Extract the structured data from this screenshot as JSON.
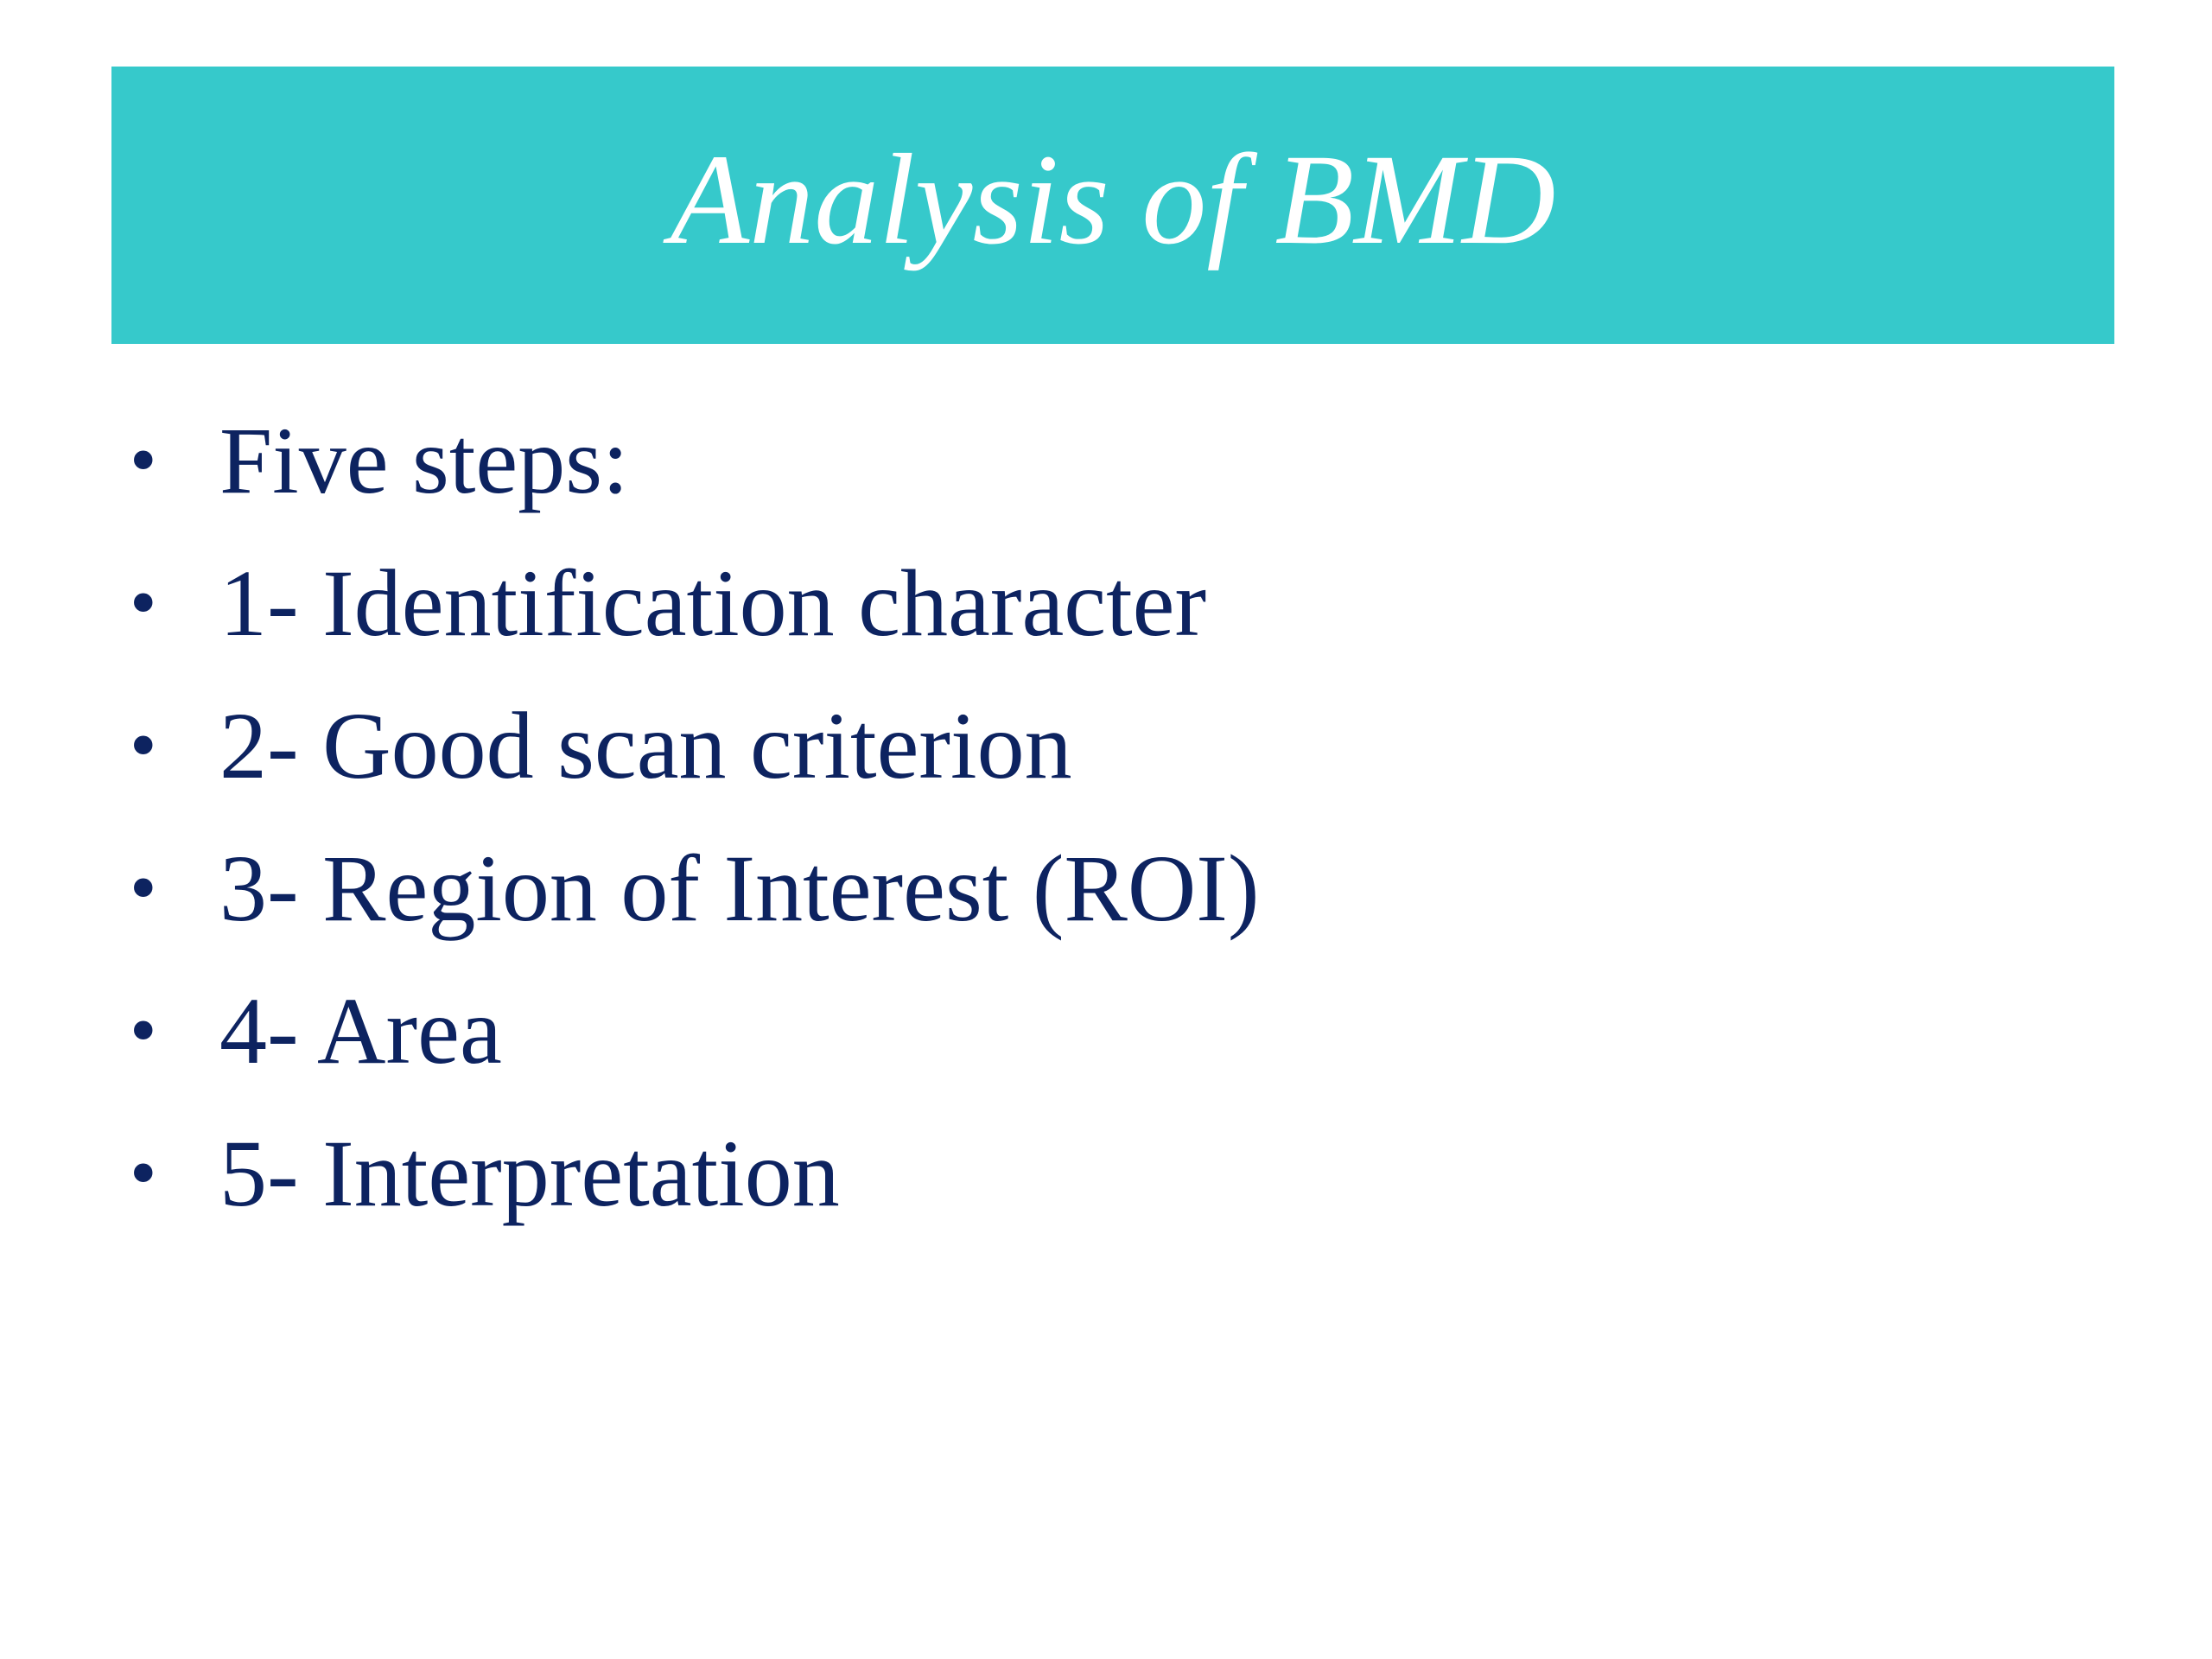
{
  "slide": {
    "title": "Analysis of BMD",
    "bullet_glyph": "•",
    "bullets": [
      "Five steps:",
      "1- Identification character",
      "2- Good scan criterion",
      "3- Region of Interest (ROI)",
      "4- Area",
      "5- Interpretation"
    ]
  },
  "colors": {
    "title_bar": "#36c9cb",
    "title_text": "#ffffff",
    "body_text": "#0d2360",
    "background": "#ffffff"
  }
}
